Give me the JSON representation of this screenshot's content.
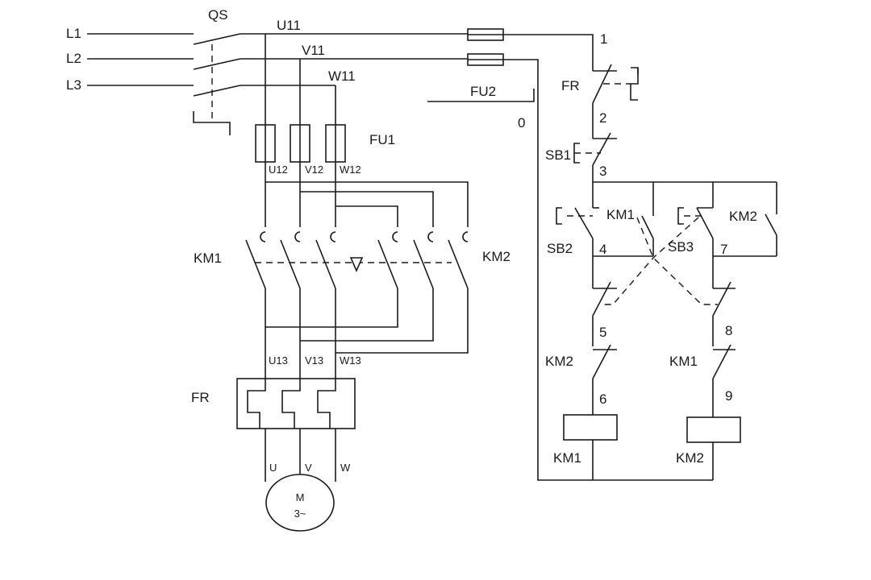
{
  "power": {
    "phase_inputs": [
      "L1",
      "L2",
      "L3"
    ],
    "isolator": "QS",
    "bus_after_isolator": [
      "U11",
      "V11",
      "W11"
    ],
    "main_fuse": "FU1",
    "after_fuse": [
      "U12",
      "V12",
      "W12"
    ],
    "contactor_forward": "KM1",
    "contactor_reverse": "KM2",
    "after_contactors": [
      "U13",
      "V13",
      "W13"
    ],
    "overload_relay": "FR",
    "motor_terminals": [
      "U",
      "V",
      "W"
    ],
    "motor_label": "M",
    "motor_sub": "3~"
  },
  "control": {
    "fuse": "FU2",
    "neutral_node": "0",
    "overload_contact": "FR",
    "stop_button": "SB1",
    "forward_button": "SB2",
    "reverse_button": "SB3",
    "hold_contact_forward": "KM1",
    "hold_contact_reverse": "KM2",
    "interlock_in_forward_branch": "KM2",
    "interlock_in_reverse_branch": "KM1",
    "coil_forward": "KM1",
    "coil_reverse": "KM2",
    "nodes": [
      "1",
      "2",
      "3",
      "4",
      "5",
      "6",
      "7",
      "8",
      "9"
    ]
  }
}
